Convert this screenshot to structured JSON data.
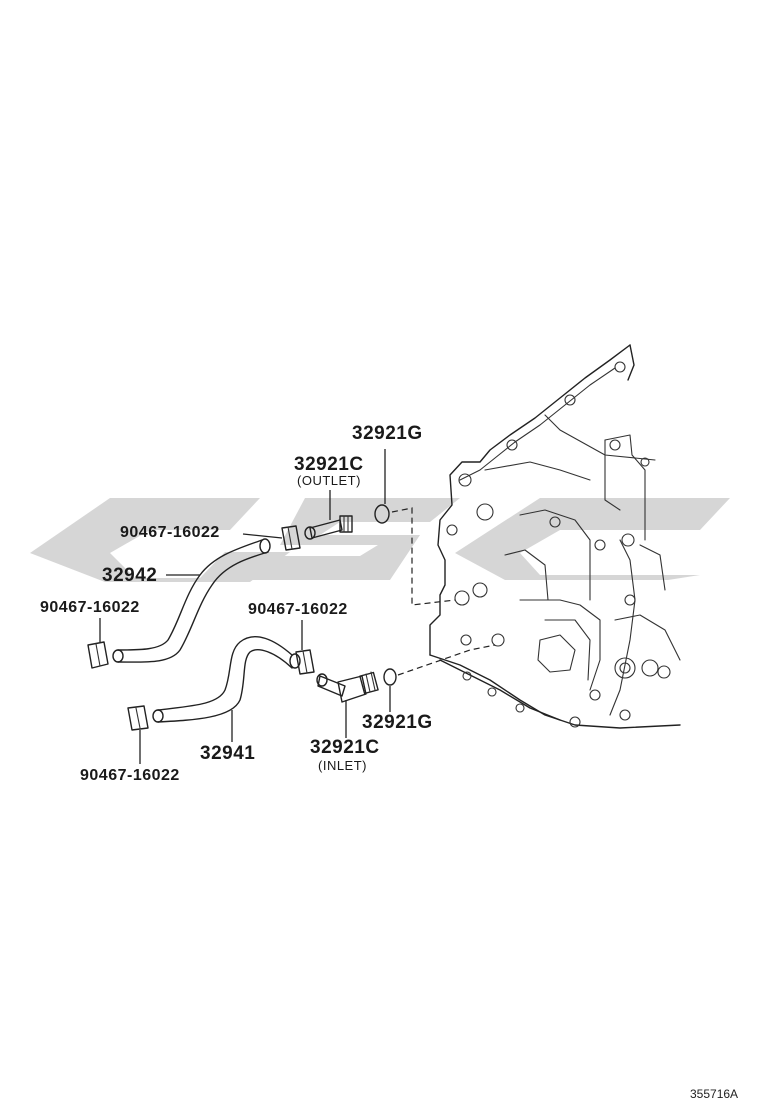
{
  "diagram": {
    "watermark_text": "GSC",
    "watermark_color": "#cfcfcf",
    "ink_color": "#222222",
    "drawing_code": "355716A",
    "labels": {
      "gasket_top": "32921G",
      "union_outlet": "32921C",
      "union_outlet_note": "(OUTLET)",
      "clip_top": "90467-16022",
      "hose_upper": "32942",
      "clip_left": "90467-16022",
      "clip_mid": "90467-16022",
      "gasket_bottom": "32921G",
      "union_inlet": "32921C",
      "union_inlet_note": "(INLET)",
      "hose_lower": "32941",
      "clip_bottom": "90467-16022"
    }
  }
}
